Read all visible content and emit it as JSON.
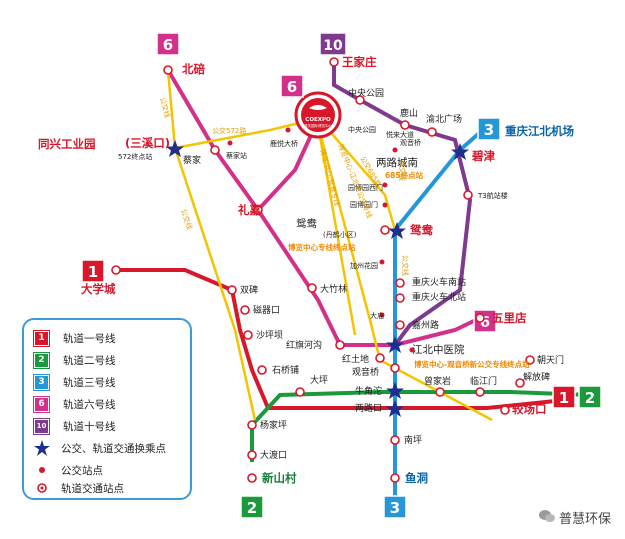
{
  "logo_text": "COEXPO",
  "logo_subtext": "重庆国际博览中心",
  "lines": {
    "l1": {
      "num": "1",
      "color": "#d8172a"
    },
    "l2": {
      "num": "2",
      "color": "#1a9a3c"
    },
    "l3": {
      "num": "3",
      "color": "#2596d6"
    },
    "l6": {
      "num": "6",
      "color": "#d2308a"
    },
    "l10": {
      "num": "10",
      "color": "#7d3a8f"
    },
    "bus": {
      "color": "#f5c400"
    }
  },
  "terminals": {
    "dxc": "大学城",
    "beibei": "北碚",
    "wjz": "王家庄",
    "jiangbei_airport": "重庆江北机场",
    "bijin": "碧津",
    "yuandong": "鸳鸯",
    "wulidian": "五里店",
    "jiaochangkou": "较场口",
    "xinshancun": "新山村",
    "yudong": "鱼洞",
    "lijia": "礼嘉",
    "txgy": "同兴工业园",
    "txgy_sub": "(三溪口)"
  },
  "stations": {
    "caijia_a": "蔡家",
    "caijia_b": "蔡家站",
    "luhuadaqiao": "鹿悦大桥",
    "zhongyang_a": "中央公园",
    "zhongyang_b": "中央公园",
    "lushan": "鹿山",
    "yubei": "渝北广场",
    "yuexin": "悦来大道",
    "guanyinqiao": "观音桥",
    "lianglu": "两路城南",
    "t3": "T3航站楼",
    "yuanbo_xi": "园博园西门",
    "yuanbo_men": "园博园门",
    "yuandong_sub": "(丹鹤小区)",
    "jialin": "加州花园",
    "cqhc_south": "重庆火车南站",
    "cqhc_north": "重庆火车北站",
    "dazhulin": "大竹林",
    "daqing": "大庙",
    "jiazhou": "嘉州路",
    "honqi": "红旗河沟",
    "jiangbei_tcm": "江北中医院",
    "hongtudi": "红土地",
    "guanyinqiao2": "观音桥",
    "chaotianmen": "朝天门",
    "jiefangbei": "解放碑",
    "linjiangmen": "临江门",
    "zengjiayan": "曾家岩",
    "daping": "大坪",
    "niujiaotuo": "牛角沱",
    "lianglukou": "两路口",
    "shiqiaopu": "石桥铺",
    "shapingba": "沙坪坝",
    "ciqikou": "磁器口",
    "shuangbei": "双碑",
    "yangjiaping": "杨家坪",
    "dadukou": "大渡口",
    "nanping": "南坪"
  },
  "route_notes": {
    "bus_572": "公交572路",
    "bus_572_end": "572终点站",
    "bus_685": "公交685路",
    "bus_685_end": "685终点站",
    "bus_line_v1": "公交线",
    "bus_line_v2": "公交线",
    "bus_line_v3": "公交线",
    "bus_line_v4": "公交线",
    "diag_label": "博览中心-鸳鸯专线",
    "diag_label2": "博览中心-江北新公交专线",
    "zhuan_yd": "博览中心专线终点站",
    "zhuan_jb": "博览中心-观音桥新公交专线终点站"
  },
  "legend": {
    "items": [
      {
        "num": "1",
        "label": "轨道一号线",
        "color": "#d8172a"
      },
      {
        "num": "2",
        "label": "轨道二号线",
        "color": "#1a9a3c"
      },
      {
        "num": "3",
        "label": "轨道三号线",
        "color": "#2596d6"
      },
      {
        "num": "6",
        "label": "轨道六号线",
        "color": "#d2308a"
      },
      {
        "num": "10",
        "label": "轨道十号线",
        "color": "#7d3a8f"
      }
    ],
    "transfer": "公交、轨道交通换乘点",
    "bus_stop": "公交站点",
    "rail_stop": "轨道交通站点"
  },
  "watermark": "普慧环保"
}
